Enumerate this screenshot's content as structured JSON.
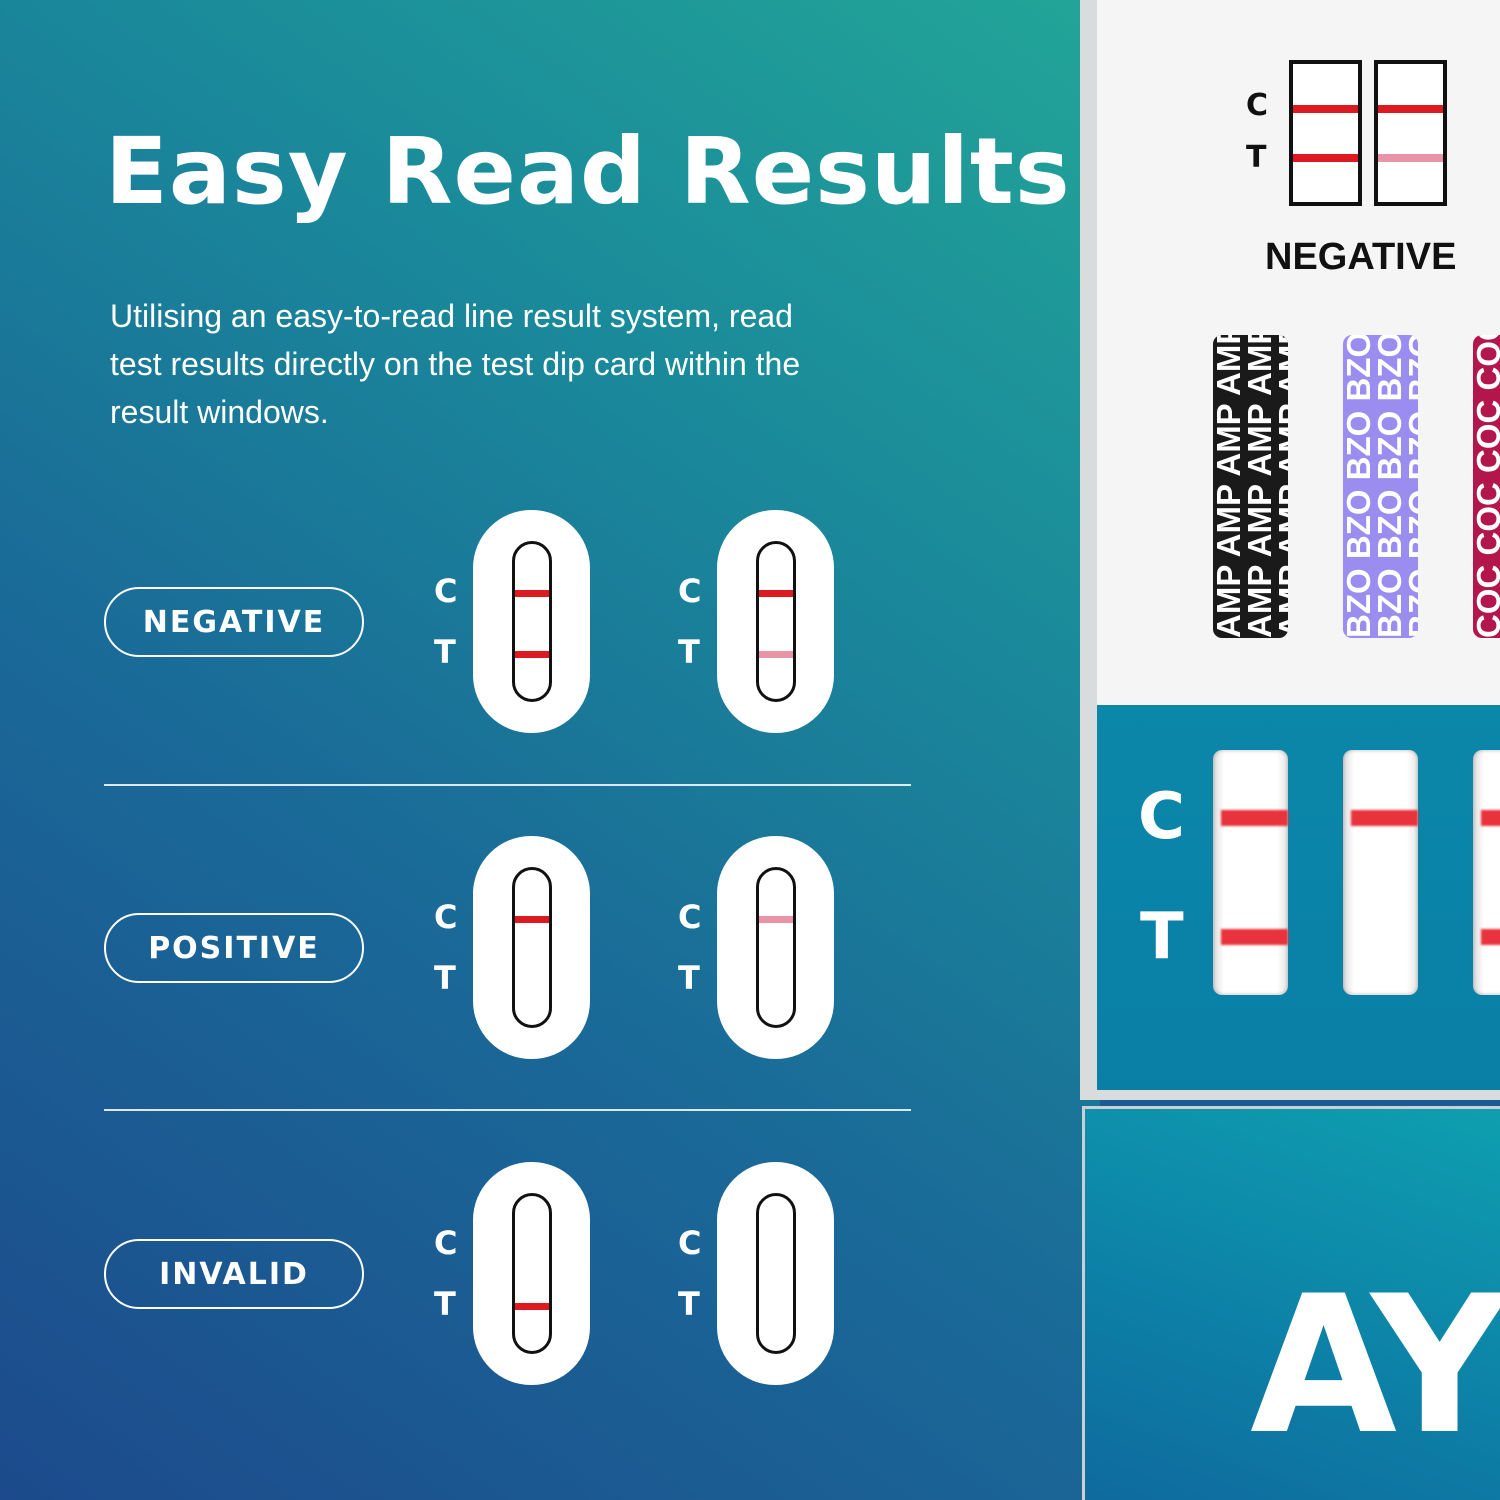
{
  "title": "Easy Read Results.",
  "description": "Utilising an easy-to-read line result system, read test results directly on the test dip card within the result windows.",
  "letters": {
    "c": "C",
    "t": "T"
  },
  "rows": [
    {
      "label": "NEGATIVE",
      "examples": [
        {
          "c": "strong",
          "t": "strong"
        },
        {
          "c": "strong",
          "t": "faint"
        }
      ]
    },
    {
      "label": "POSITIVE",
      "examples": [
        {
          "c": "strong",
          "t": "none"
        },
        {
          "c": "faint",
          "t": "none"
        }
      ]
    },
    {
      "label": "INVALID",
      "examples": [
        {
          "c": "none",
          "t": "strong"
        },
        {
          "c": "none",
          "t": "none"
        }
      ]
    }
  ],
  "card": {
    "legend_label": "NEGATIVE",
    "strips": [
      {
        "text": "AMP AMP AMP AMP AMP AMP AMP AMP AMP",
        "color": "#1a1a1a"
      },
      {
        "text": "BZO BZO BZO BZO BZO BZO BZO BZO BZO",
        "color": "#9b8cf0"
      },
      {
        "text": "COC COC COC COC COC COC COC COC COC",
        "color": "#b3164a"
      }
    ],
    "brand": "AY"
  },
  "colors": {
    "strong": "#dd1a22",
    "faint": "#e994a6"
  }
}
